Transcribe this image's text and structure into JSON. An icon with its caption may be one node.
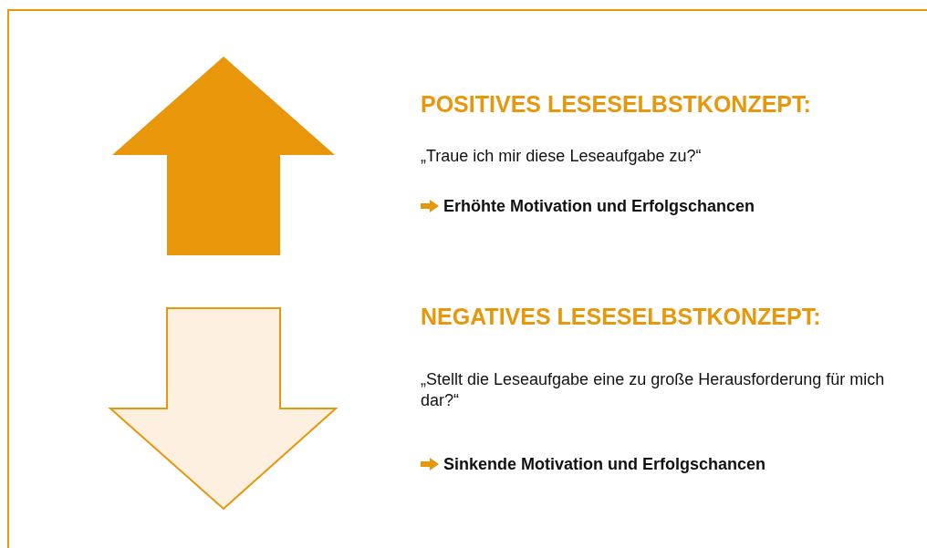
{
  "diagram": {
    "labels": [
      "POSITIVES LESESELBSTKONZEPT:",
      "„Traue ich mir diese Leseaufgabe zu?“",
      "Erhöhte Motivation und Erfolgschancen",
      "NEGATIVES LESESELBSTKONZEPT:",
      "„Stellt die Leseaufgabe eine zu große Herausforderung für mich dar?“",
      "Sinkende Motivation und Erfolgschancen"
    ]
  }
}
